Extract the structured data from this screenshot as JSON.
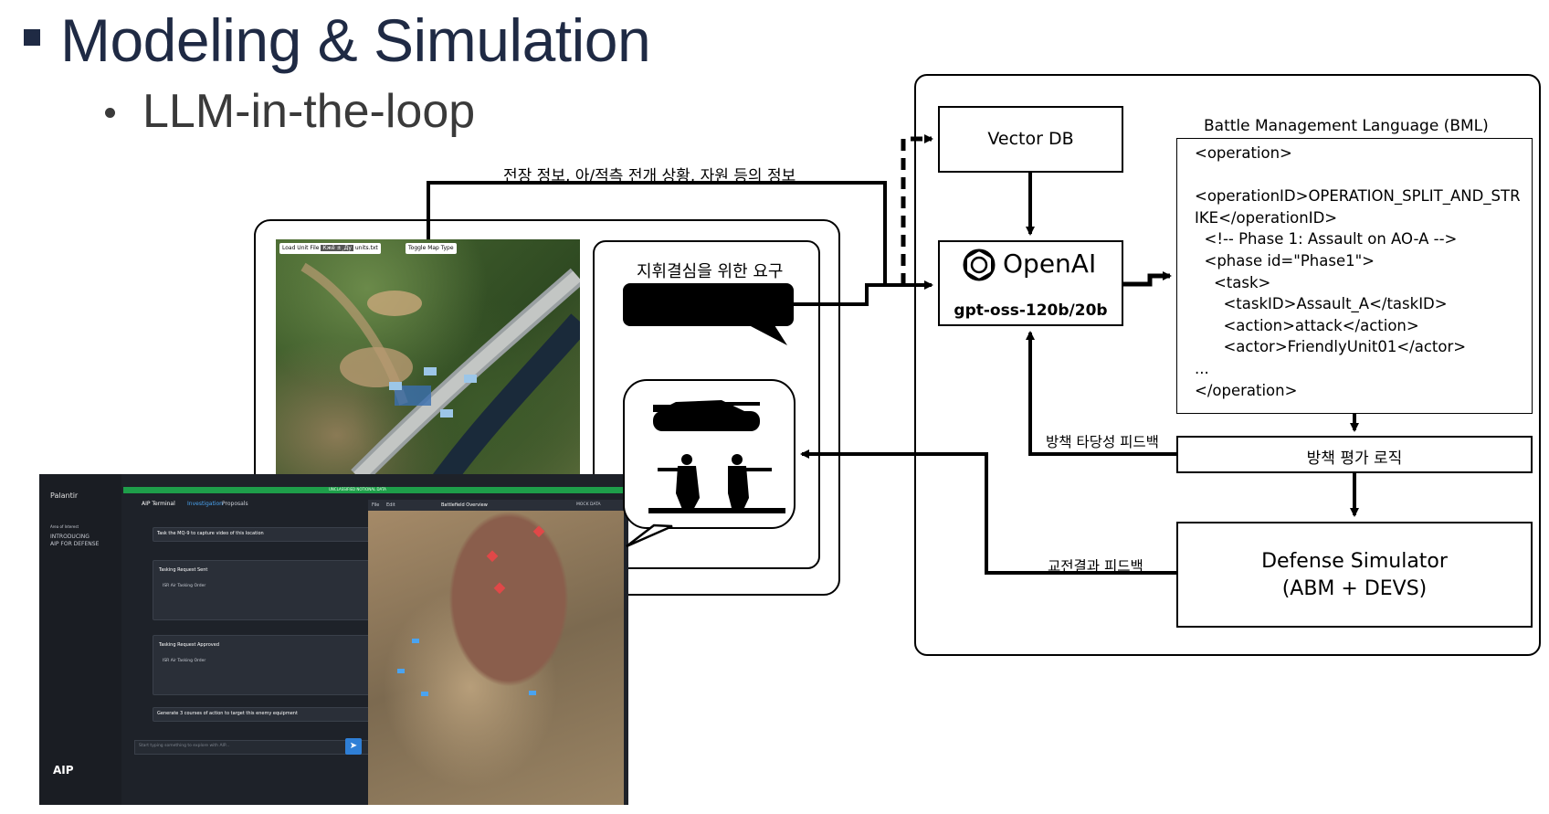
{
  "slide": {
    "title": "Modeling & Simulation",
    "subtitle": "LLM-in-the-loop"
  },
  "labels": {
    "battlefield_info": "전장 정보, 아/적측 전개 상황, 자원 등의 정보",
    "command_request": "지휘결심을 위한 요구",
    "vector_db": "Vector DB",
    "openai": "OpenAI",
    "model": "gpt-oss-120b/20b",
    "bml_title": "Battle Management Language (BML)",
    "coa_feedback": "방책 타당성 피드백",
    "coa_eval": "방책 평가 로직",
    "combat_feedback": "교전결과 피드백",
    "simulator_line1": "Defense Simulator",
    "simulator_line2": "(ABM + DEVS)"
  },
  "bml_code": "<operation>\n\n<operationID>OPERATION_SPLIT_AND_STRIKE</operationID>\n  <!-- Phase 1: Assault on AO-A -->\n  <phase id=\"Phase1\">\n    <task>\n      <taskID>Assault_A</taskID>\n      <action>attack</action>\n      <actor>FriendlyUnit01</actor>\n...\n</operation>",
  "map_toolbar": {
    "load": "Load Unit File",
    "units": "units.txt",
    "toggle": "Toggle Map Type"
  },
  "aip": {
    "brand": "Palantir",
    "side_heading": "Area of Interest",
    "side_text_1": "INTRODUCING",
    "side_text_2": "AIP FOR DEFENSE",
    "logo": "AIP",
    "terminal": "AIP Terminal",
    "tab_investigation": "Investigation",
    "tab_proposals": "Proposals",
    "banner": "UNCLASSIFIED NOTIONAL DATA",
    "prompt1": "Task the MQ-9 to capture video of this location",
    "card1_title": "Tasking Request Sent",
    "card1_sub": "ISR Air Tasking Order",
    "card2_title": "Tasking Request Approved",
    "card2_sub": "ISR Air Tasking Order",
    "prompt2": "Generate 3 courses of action to target this enemy equipment",
    "input_placeholder": "Start typing something to explore with AIP...",
    "map_title": "Battlefield Overview",
    "map_menu_file": "File",
    "map_menu_edit": "Edit",
    "map_mock": "MOCK DATA"
  },
  "colors": {
    "title": "#1f2a44",
    "aip_bg": "#1e2229",
    "aip_accent": "#1e9e4a",
    "send_button": "#2f7fd6"
  }
}
